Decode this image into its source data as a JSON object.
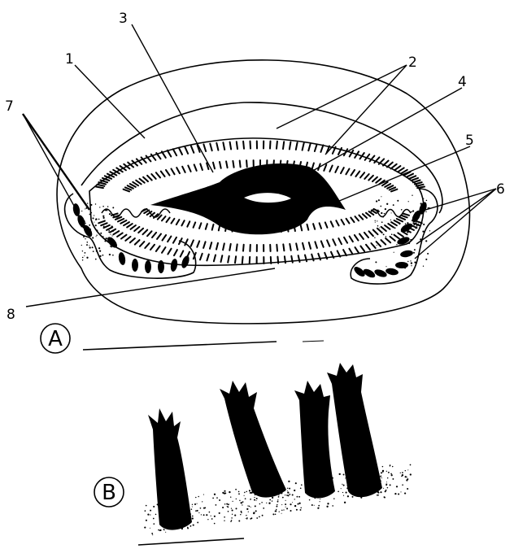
{
  "figure": {
    "part_labels": [
      "1",
      "2",
      "3",
      "4",
      "5",
      "6",
      "7",
      "8"
    ],
    "panels": [
      "A",
      "B"
    ],
    "colors": {
      "ink": "#000000",
      "paper": "#ffffff"
    }
  }
}
